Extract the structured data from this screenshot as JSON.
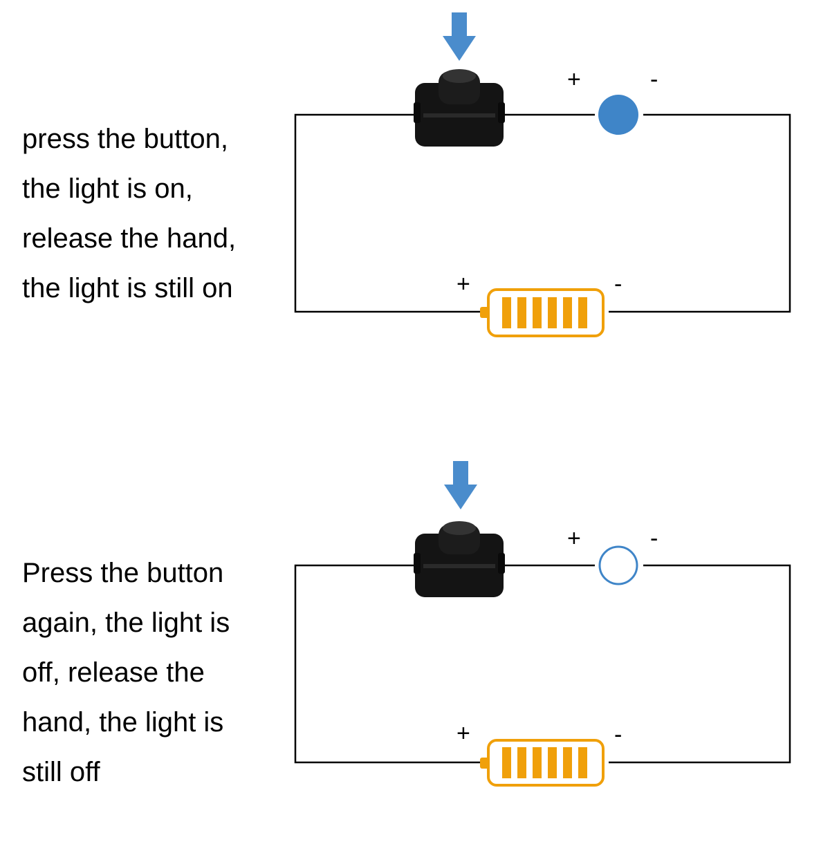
{
  "colors": {
    "arrow": "#4a8ccc",
    "bulb": "#3f85c8",
    "battery": "#f0a00a",
    "wire": "#000000",
    "switch": "#141414"
  },
  "icons": {
    "arrow": "arrow-down-icon",
    "switch": "push-button-switch-icon",
    "bulb": "light-bulb-icon",
    "battery": "battery-icon"
  },
  "panels": [
    {
      "state": "on",
      "caption": [
        "press the button,",
        "the light is on,",
        "release the hand,",
        "the light is still on"
      ],
      "bulb_plus": "+",
      "bulb_minus": "-",
      "battery_plus": "+",
      "battery_minus": "-"
    },
    {
      "state": "off",
      "caption": [
        "Press the button",
        "again, the light is",
        "off, release the",
        "hand, the light is",
        "still off"
      ],
      "bulb_plus": "+",
      "bulb_minus": "-",
      "battery_plus": "+",
      "battery_minus": "-"
    }
  ]
}
